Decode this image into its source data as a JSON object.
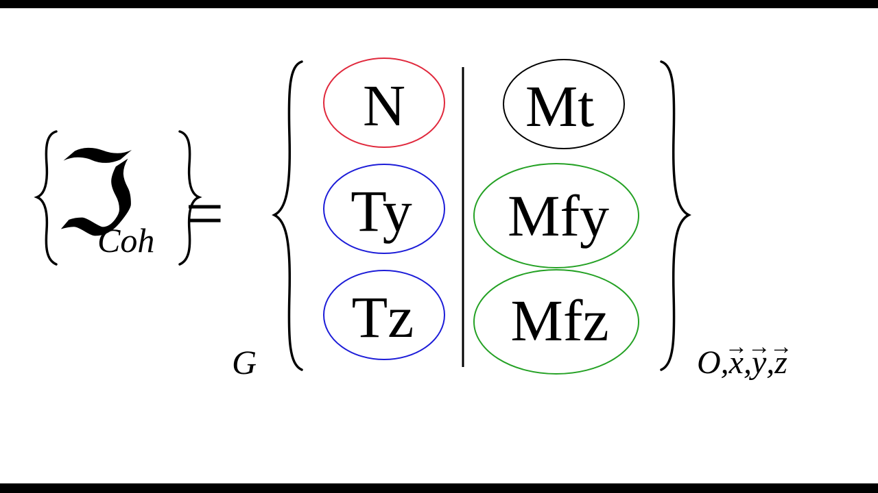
{
  "torsor": {
    "symbol": "ℑ",
    "subscript": "Coh",
    "equals": "="
  },
  "point_label": "G",
  "frame_label": {
    "origin": "O",
    "x": "x",
    "y": "y",
    "z": "z",
    "sep": ","
  },
  "components": {
    "N": "N",
    "Ty": "Ty",
    "Tz": "Tz",
    "Mt": "Mt",
    "Mfy": "Mfy",
    "Mfz": "Mfz"
  },
  "colors": {
    "normal": "#e0283c",
    "shear": "#1c1cd8",
    "torsion": "#000000",
    "bending": "#24a124"
  }
}
